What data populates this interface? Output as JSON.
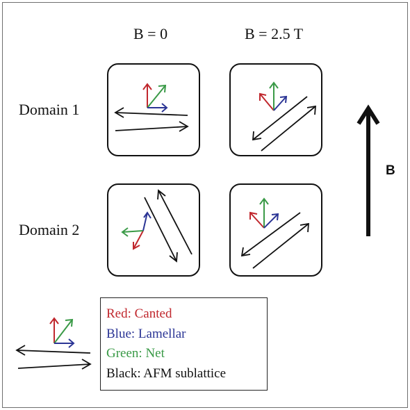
{
  "headers": {
    "col_b0": "B = 0",
    "col_b25": "B = 2.5 T",
    "row_domain1": "Domain 1",
    "row_domain2": "Domain 2"
  },
  "field_label": "B",
  "legend": {
    "red": "Red: Canted",
    "blue": "Blue: Lamellar",
    "green": "Green: Net",
    "black": "Black: AFM sublattice"
  },
  "colors": {
    "red": "#c0272d",
    "blue": "#2b3595",
    "green": "#3a9a47",
    "black": "#111111"
  }
}
